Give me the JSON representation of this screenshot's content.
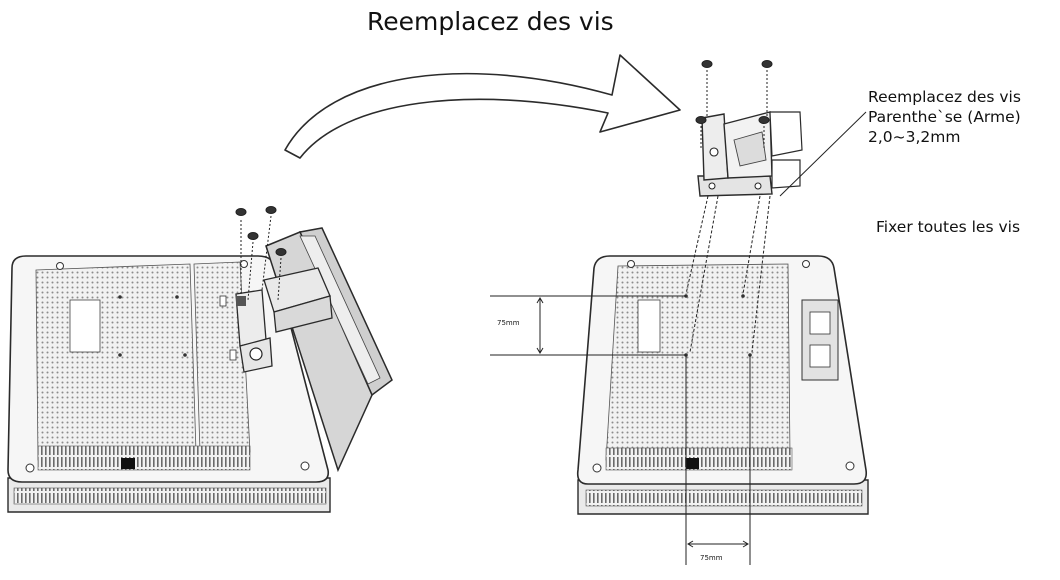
{
  "diagram": {
    "title": "Reemplacez des vis",
    "callout_lines": [
      "Reemplacez des vis",
      "Parenthe`se (Arme)",
      "2,0~3,2mm"
    ],
    "fix_label": "Fixer toutes les vis",
    "dimension_vertical": "75mm",
    "dimension_horizontal": "75mm"
  },
  "colors": {
    "line": "#2b2b2b",
    "panel": "#f4f4f4",
    "grille": "#9a9a9a",
    "arrow_fill": "#ffffff"
  }
}
